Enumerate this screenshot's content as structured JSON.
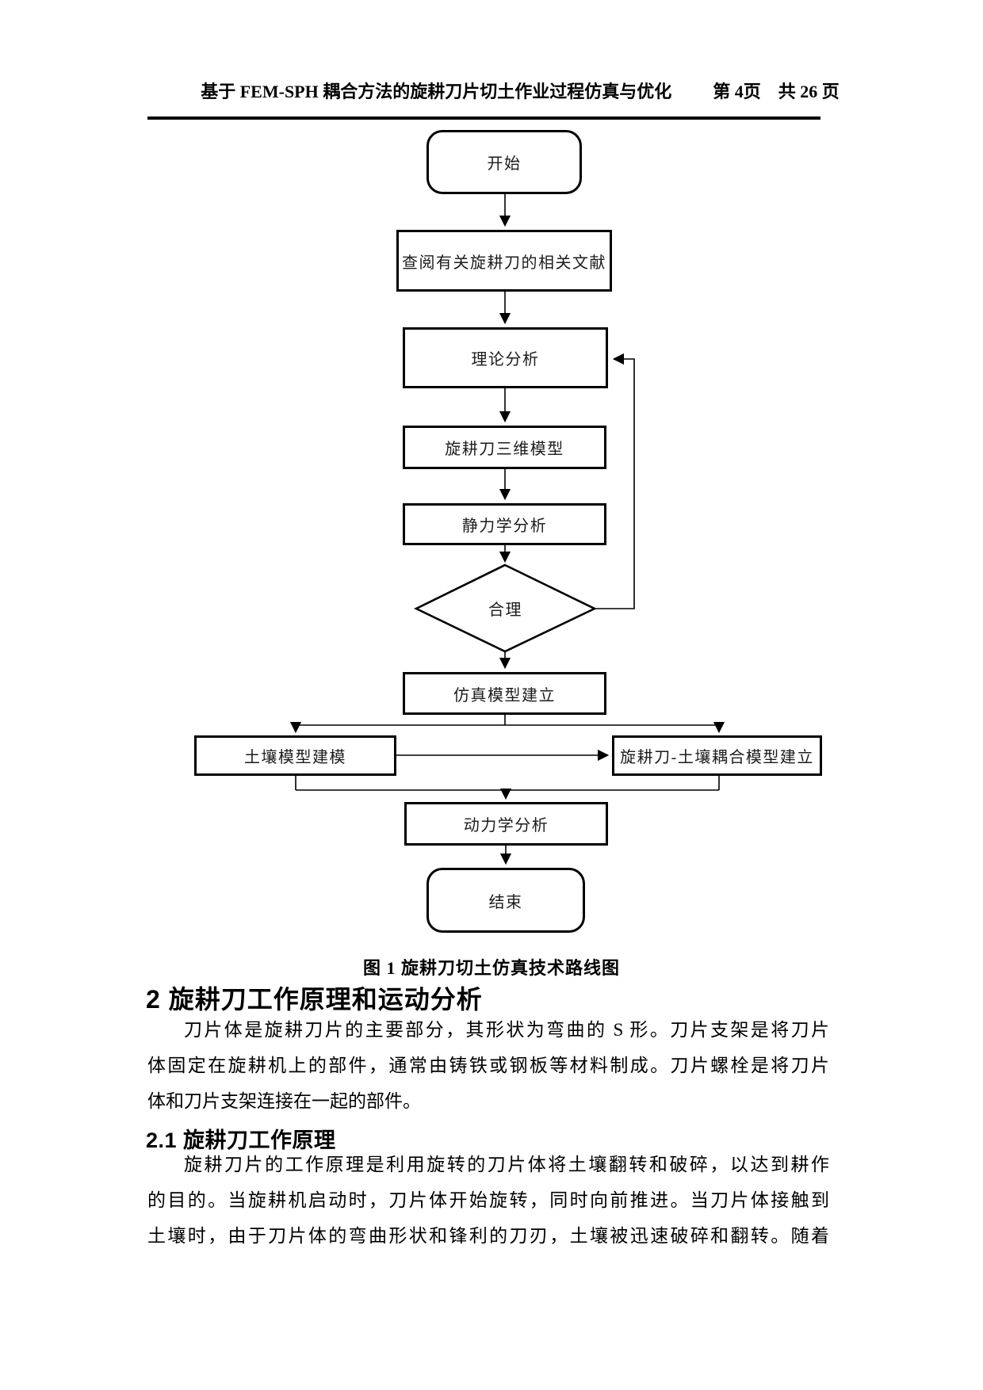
{
  "header": {
    "title": "基于 FEM-SPH 耦合方法的旋耕刀片切土作业过程仿真与优化",
    "page_info": "第 4页　共 26 页"
  },
  "flowchart": {
    "nodes": {
      "start": "开始",
      "literature": "查阅有关旋耕刀的相关文献",
      "theory": "理论分析",
      "model3d": "旋耕刀三维模型",
      "statics": "静力学分析",
      "decision": "合理",
      "simulation": "仿真模型建立",
      "soil": "土壤模型建模",
      "coupling": "旋耕刀-土壤耦合模型建立",
      "dynamics": "动力学分析",
      "end": "结束"
    },
    "caption": "图 1 旋耕刀切土仿真技术路线图"
  },
  "content": {
    "section2_heading": "2 旋耕刀工作原理和运动分析",
    "para1": [
      "刀片体是旋耕刀片的主要部分，其形状为弯曲的 S 形。刀片支架是将刀片",
      "体固定在旋耕机上的部件，通常由铸铁或钢板等材料制成。刀片螺栓是将刀片",
      "体和刀片支架连接在一起的部件。"
    ],
    "section2_1_heading": "2.1 旋耕刀工作原理",
    "para2": [
      "旋耕刀片的工作原理是利用旋转的刀片体将土壤翻转和破碎，以达到耕作",
      "的目的。当旋耕机启动时，刀片体开始旋转，同时向前推进。当刀片体接触到",
      "土壤时，由于刀片体的弯曲形状和锋利的刀刃，土壤被迅速破碎和翻转。随着"
    ]
  },
  "colors": {
    "ink": "#000000",
    "node_border": "#000000",
    "background": "#ffffff"
  }
}
